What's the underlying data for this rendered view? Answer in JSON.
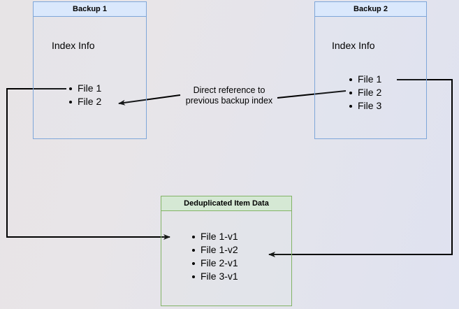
{
  "diagram": {
    "title_hidden": "",
    "colors": {
      "blue_fill": "#dae8fc",
      "blue_stroke": "#7ea6d9",
      "green_fill": "#d5e8d4",
      "green_stroke": "#82b366",
      "edge_stroke": "#000000",
      "background_left": "#e7e4e6",
      "background_right": "#dfe2f0"
    },
    "nodes": [
      {
        "id": "backup-1",
        "header": "Backup 1",
        "section_label": "Index Info",
        "items": [
          "File 1",
          "File 2"
        ]
      },
      {
        "id": "backup-2",
        "header": "Backup 2",
        "section_label": "Index Info",
        "items": [
          "File 1",
          "File 2",
          "File 3"
        ]
      },
      {
        "id": "deduplicated-item-data",
        "header": "Deduplicated Item Data",
        "section_label": "",
        "items": [
          "File 1-v1",
          "File 1-v2",
          "File 2-v1",
          "File 3-v1"
        ]
      }
    ],
    "annotations": [
      {
        "id": "direct-reference",
        "text": "Direct reference to\nprevious backup index"
      }
    ]
  }
}
